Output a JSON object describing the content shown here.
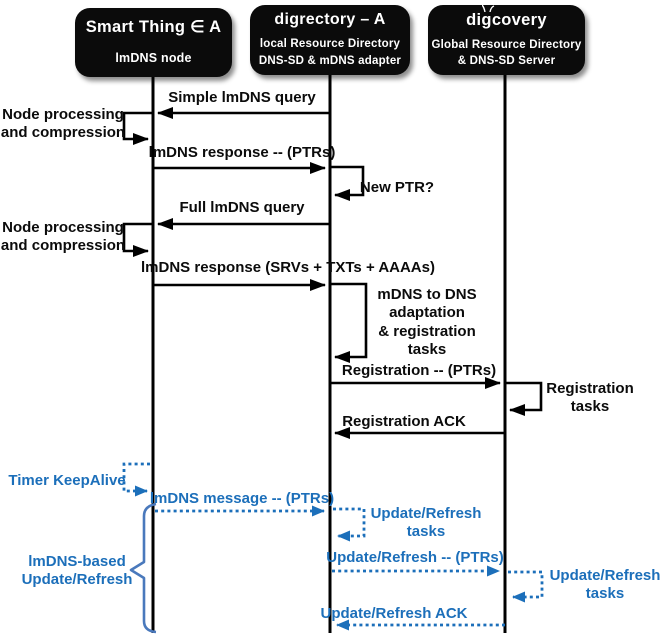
{
  "actors": [
    {
      "title": "Smart Thing ∈ A",
      "subtitle": "lmDNS node"
    },
    {
      "title": "digrectory – A",
      "subtitle_line1": "local Resource Directory",
      "subtitle_line2": "DNS-SD & mDNS adapter"
    },
    {
      "title_pre": "di",
      "title_bug": "g",
      "title_post": "covery",
      "subtitle_line1": "Global Resource Directory",
      "subtitle_line2": "& DNS-SD Server"
    }
  ],
  "messages": {
    "simple_query": "Simple lmDNS query",
    "node_processing": "Node processing\nand compression",
    "lmdns_response_ptrs": "lmDNS response  -- (PTRs)",
    "new_ptr": "New PTR?",
    "full_query": "Full lmDNS query",
    "lmdns_response_srvs": "lmDNS response  (SRVs + TXTs + AAAAs)",
    "mdns_adaptation": "mDNS to DNS\nadaptation\n& registration\ntasks",
    "registration_ptrs": "Registration -- (PTRs)",
    "registration_tasks": "Registration\ntasks",
    "registration_ack": "Registration ACK",
    "timer_keepalive": "Timer KeepAlive",
    "lmdns_message_ptrs": "lmDNS message -- (PTRs)",
    "update_refresh_tasks": "Update/Refresh\ntasks",
    "update_refresh_ptrs": "Update/Refresh -- (PTRs)",
    "update_refresh_ack": "Update/Refresh ACK",
    "lmdns_based_update": "lmDNS-based\nUpdate/Refresh"
  },
  "colors": {
    "accent_blue": "#1C6FBA",
    "bracket_blue": "#4A79BC",
    "lifeline_black": "#000000"
  }
}
